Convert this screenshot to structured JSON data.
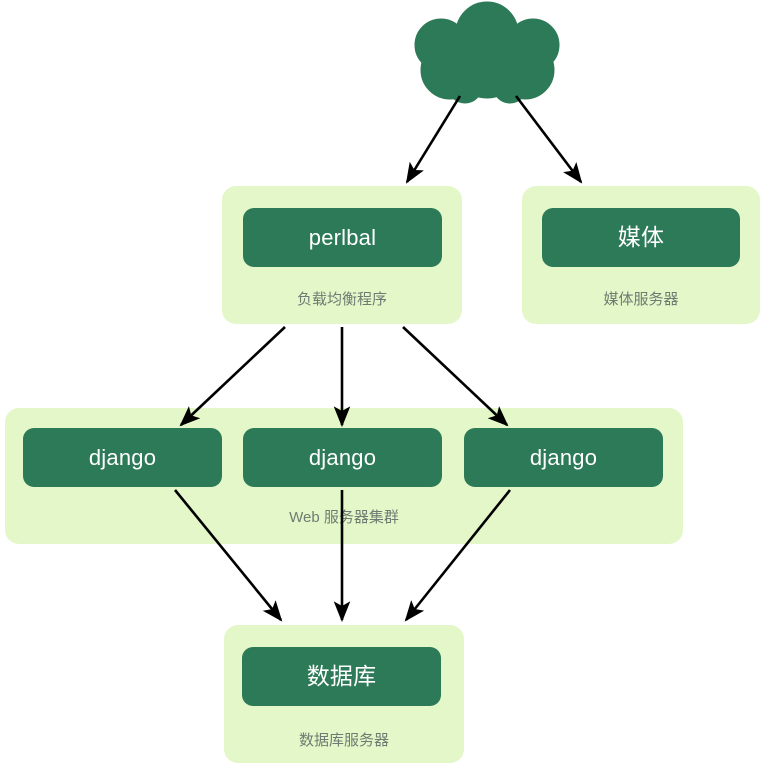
{
  "diagram": {
    "type": "architecture-flow",
    "title": "",
    "colors": {
      "node_fill": "#2d7a58",
      "group_fill": "#e3f7c8",
      "node_text": "#ffffff",
      "caption_text": "#6e7b73",
      "edge": "#000000",
      "background": "#ffffff"
    },
    "cloud": {
      "name": "internet-cloud",
      "label": ""
    },
    "groups": [
      {
        "id": "load-balancer-group",
        "caption": "负载均衡程序",
        "nodes": [
          {
            "id": "perlbal",
            "label": "perlbal",
            "cjk": false
          }
        ]
      },
      {
        "id": "media-group",
        "caption": "媒体服务器",
        "nodes": [
          {
            "id": "media",
            "label": "媒体",
            "cjk": true
          }
        ]
      },
      {
        "id": "web-cluster-group",
        "caption": "Web 服务器集群",
        "nodes": [
          {
            "id": "django-1",
            "label": "django",
            "cjk": false
          },
          {
            "id": "django-2",
            "label": "django",
            "cjk": false
          },
          {
            "id": "django-3",
            "label": "django",
            "cjk": false
          }
        ]
      },
      {
        "id": "database-group",
        "caption": "数据库服务器",
        "nodes": [
          {
            "id": "database",
            "label": "数据库",
            "cjk": true
          }
        ]
      }
    ],
    "edges": [
      {
        "from": "internet-cloud",
        "to": "load-balancer-group"
      },
      {
        "from": "internet-cloud",
        "to": "media-group"
      },
      {
        "from": "load-balancer-group",
        "to": "django-1"
      },
      {
        "from": "load-balancer-group",
        "to": "django-2"
      },
      {
        "from": "load-balancer-group",
        "to": "django-3"
      },
      {
        "from": "django-1",
        "to": "database-group"
      },
      {
        "from": "django-2",
        "to": "database-group"
      },
      {
        "from": "django-3",
        "to": "database-group"
      }
    ]
  }
}
